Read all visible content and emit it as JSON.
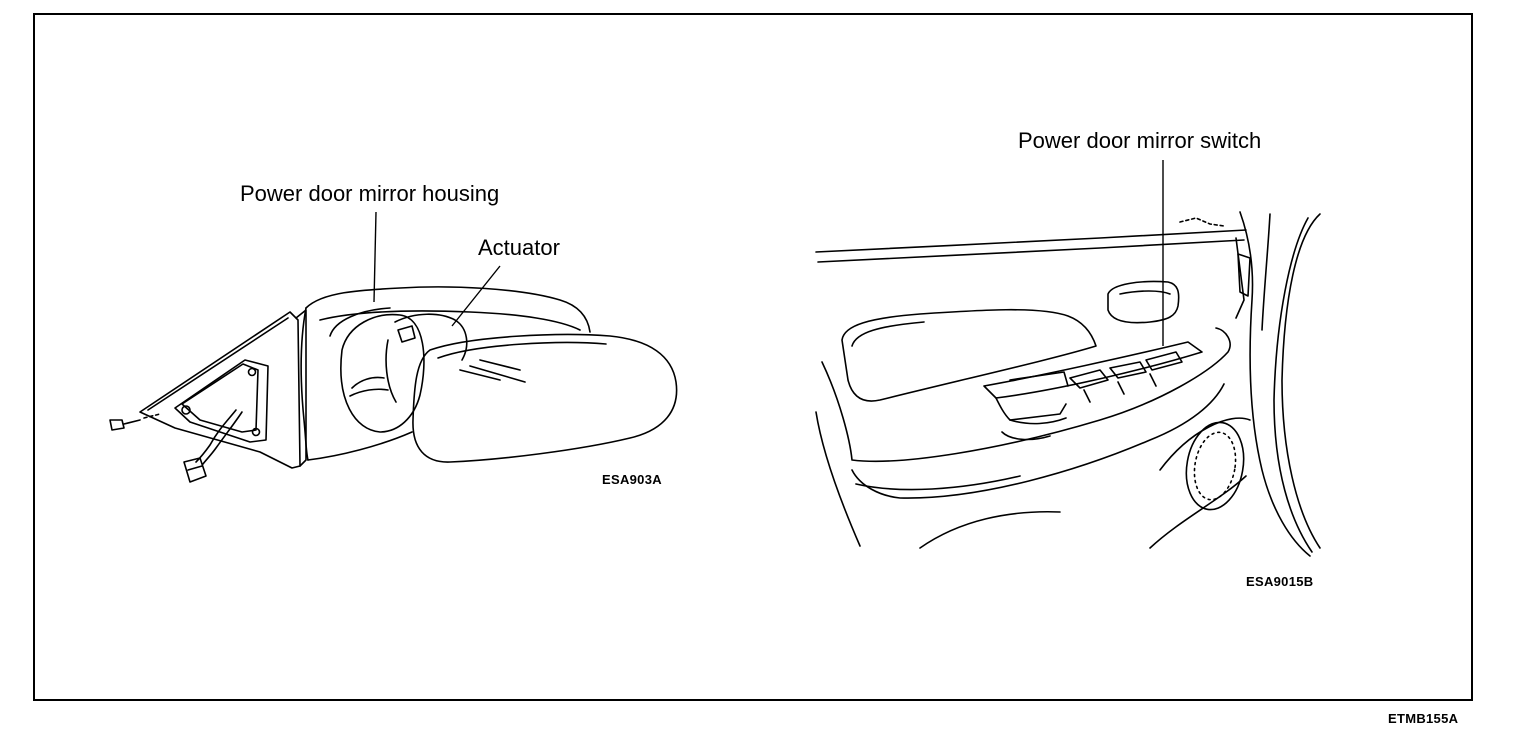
{
  "figure": {
    "code": "ETMB155A",
    "left_panel": {
      "callouts": {
        "housing": "Power door mirror housing",
        "actuator": "Actuator"
      },
      "code": "ESA903A"
    },
    "right_panel": {
      "callouts": {
        "switch": "Power door mirror switch"
      },
      "code": "ESA9015B"
    }
  }
}
